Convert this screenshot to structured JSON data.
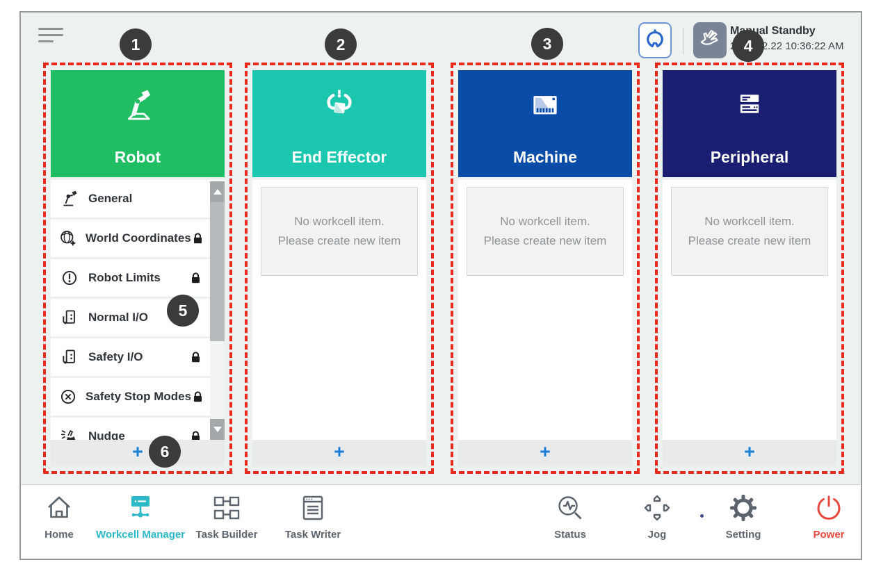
{
  "header": {
    "status_title": "Manual Standby",
    "datetime": "2022.12.22 10:36:22 AM"
  },
  "annotations": [
    "1",
    "2",
    "3",
    "4",
    "5",
    "6"
  ],
  "columns": {
    "robot": {
      "title": "Robot",
      "items": [
        {
          "label": "General",
          "locked": false
        },
        {
          "label": "World Coordinates",
          "locked": true
        },
        {
          "label": "Robot Limits",
          "locked": true
        },
        {
          "label": "Normal I/O",
          "locked": false
        },
        {
          "label": "Safety I/O",
          "locked": true
        },
        {
          "label": "Safety Stop Modes",
          "locked": true
        },
        {
          "label": "Nudge",
          "locked": true
        }
      ],
      "add_label": "+"
    },
    "end_effector": {
      "title": "End Effector",
      "empty_line1": "No workcell item.",
      "empty_line2": "Please create new item",
      "add_label": "+"
    },
    "machine": {
      "title": "Machine",
      "empty_line1": "No workcell item.",
      "empty_line2": "Please create new item",
      "add_label": "+"
    },
    "peripheral": {
      "title": "Peripheral",
      "empty_line1": "No workcell item.",
      "empty_line2": "Please create new item",
      "add_label": "+"
    }
  },
  "nav": {
    "home": "Home",
    "workcell_manager": "Workcell Manager",
    "task_builder": "Task Builder",
    "task_writer": "Task Writer",
    "status": "Status",
    "jog": "Jog",
    "setting": "Setting",
    "power": "Power"
  },
  "colors": {
    "robot_green": "#1fbe63",
    "end_effector_teal": "#1cc7b0",
    "machine_blue": "#0a4da8",
    "peripheral_navy": "#191e70",
    "annotation_red": "#ea2a1f",
    "badge_dark": "#3b3b3b",
    "active_nav_teal": "#2db8c8",
    "power_red": "#e8473e",
    "add_button_blue": "#1b7fd6"
  }
}
